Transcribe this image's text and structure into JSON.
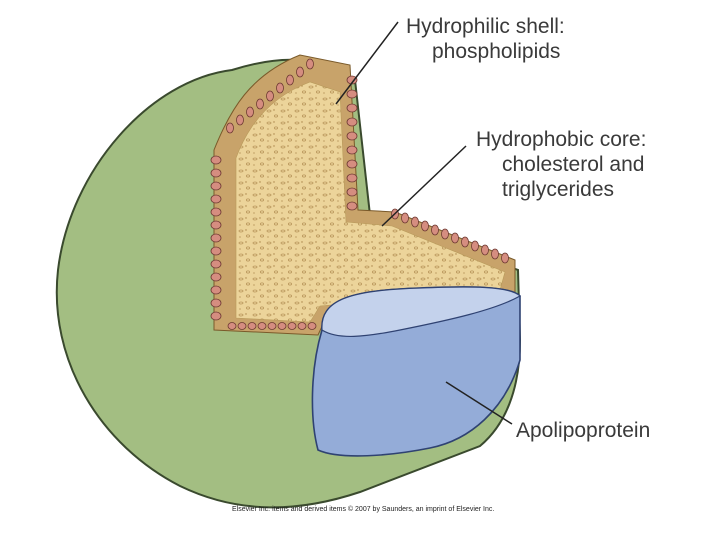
{
  "labels": {
    "shell_line1": "Hydrophilic shell:",
    "shell_line2": "phospholipids",
    "core_line1": "Hydrophobic core:",
    "core_line2": "cholesterol and",
    "core_line3": "triglycerides",
    "apolipoprotein": "Apolipoprotein"
  },
  "credit": "Elsevier Inc. items and derived items © 2007 by Saunders, an imprint of Elsevier Inc.",
  "colors": {
    "shell": "#a3be82",
    "shell_outline": "#3a4a2e",
    "core": "#ecd49a",
    "core_speckle": "#b8955a",
    "phospholipid_head": "#d58d80",
    "phospholipid_tail": "#c8a36a",
    "apolipoprotein": "#94acd8",
    "apolipoprotein_top": "#c4d2ec"
  }
}
